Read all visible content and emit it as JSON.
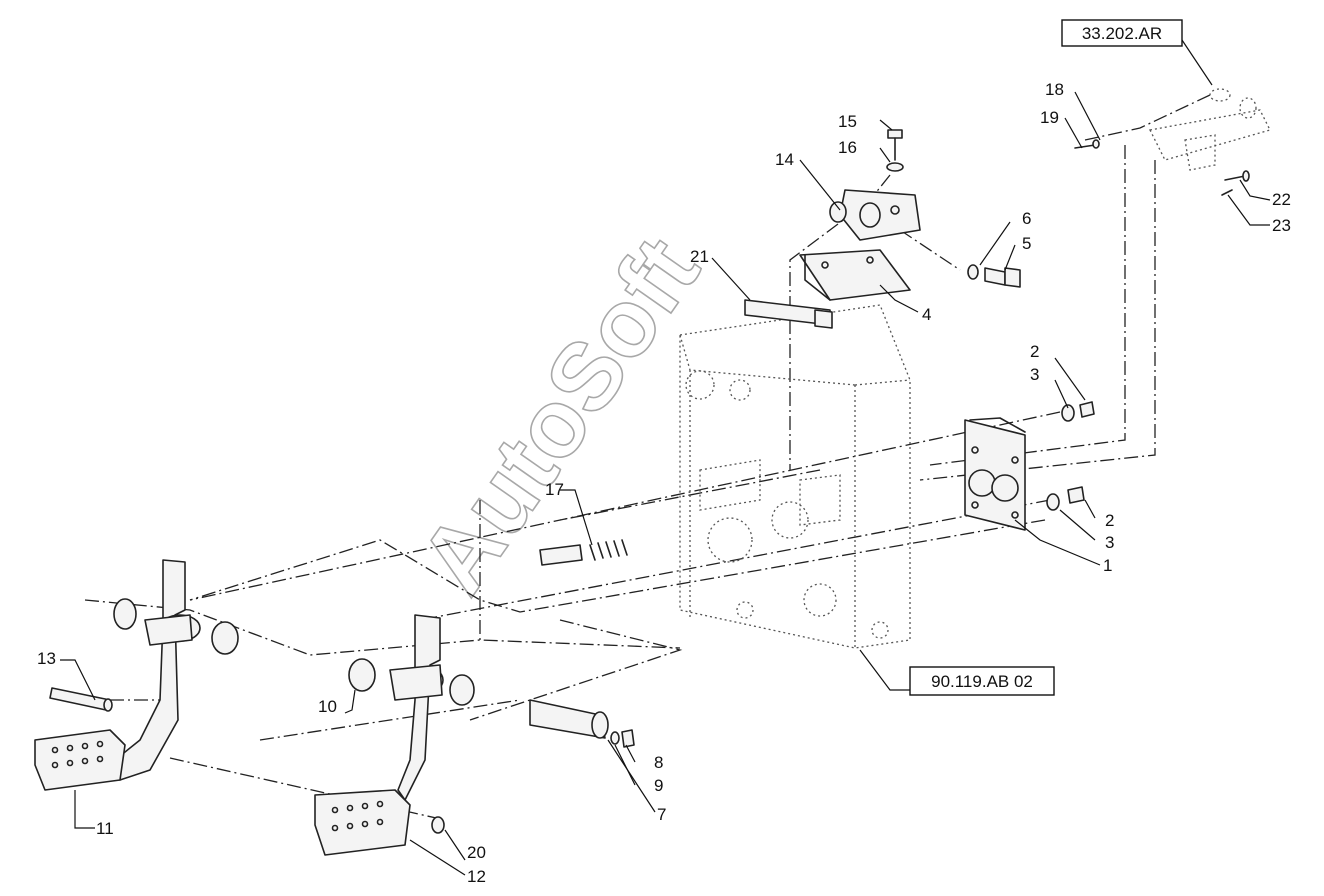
{
  "diagram": {
    "watermark": "AutoSoft",
    "references": {
      "top_right": "33.202.AR",
      "bottom": "90.119.AB 02"
    },
    "callouts": {
      "c1": "1",
      "c2a": "2",
      "c3a": "3",
      "c2b": "2",
      "c3b": "3",
      "c4": "4",
      "c5": "5",
      "c6": "6",
      "c7": "7",
      "c8": "8",
      "c9": "9",
      "c10": "10",
      "c11": "11",
      "c12": "12",
      "c13": "13",
      "c14": "14",
      "c15": "15",
      "c16": "16",
      "c17": "17",
      "c18": "18",
      "c19": "19",
      "c20": "20",
      "c21": "21",
      "c22": "22",
      "c23": "23"
    }
  }
}
